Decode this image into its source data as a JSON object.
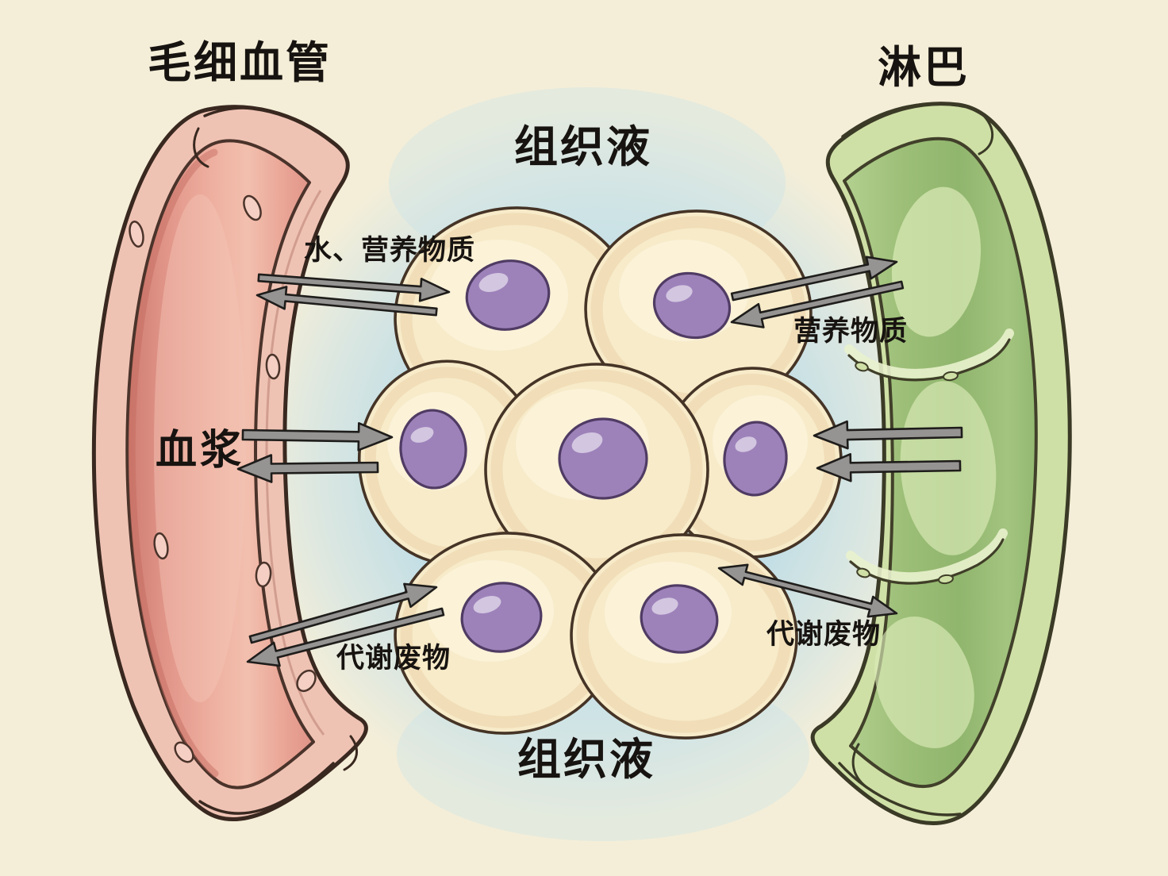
{
  "diagram": {
    "type": "hand-drawn watercolor biology diagram",
    "topic": "物质交换：毛细血管、组织液、细胞与淋巴之间的物质交换"
  },
  "labels": {
    "capillary": "毛细血管",
    "lymph": "淋巴",
    "tissue_fluid_top": "组织液",
    "tissue_fluid_bottom": "组织液",
    "water_nutrients": "水、营养物质",
    "nutrients": "营养物质",
    "plasma": "血浆",
    "metabolic_waste_left": "代谢废物",
    "metabolic_waste_right": "代谢废物"
  },
  "cells": {
    "count": 7,
    "description": "细胞团（每个细胞含一个紫色细胞核），周围为组织液"
  },
  "arrows": [
    {
      "label": "水、营养物质",
      "from": "毛细血管",
      "to": "细胞",
      "style": "two opposing arrows"
    },
    {
      "label": "血浆",
      "from": "毛细血管",
      "to": "细胞",
      "style": "two opposing horizontal arrows"
    },
    {
      "label": "代谢废物",
      "from": "细胞",
      "to": "毛细血管",
      "style": "two opposing arrows"
    },
    {
      "label": "营养物质",
      "from": "细胞",
      "to": "淋巴",
      "style": "two opposing arrows"
    },
    {
      "label": "",
      "from": "淋巴",
      "to": "细胞",
      "style": "two arrows pointing left"
    },
    {
      "label": "代谢废物",
      "from": "细胞",
      "to": "淋巴",
      "style": "double-headed arrow"
    }
  ],
  "colors": {
    "paper": "#f4eed8",
    "tissue_fluid_blue": "#bfdde8",
    "capillary_wall": "#efc3b4",
    "capillary_lumen": "#e2968a",
    "lymph_wall": "#cfe0a6",
    "lymph_lumen": "#9dbf78",
    "cell_body": "#f7ebc9",
    "cell_outline": "#453426",
    "nucleus": "#9d82ba",
    "nucleus_outline": "#4f3b63",
    "arrow": "#969492",
    "arrow_outline": "#1f1d1b",
    "text": "#171310"
  }
}
